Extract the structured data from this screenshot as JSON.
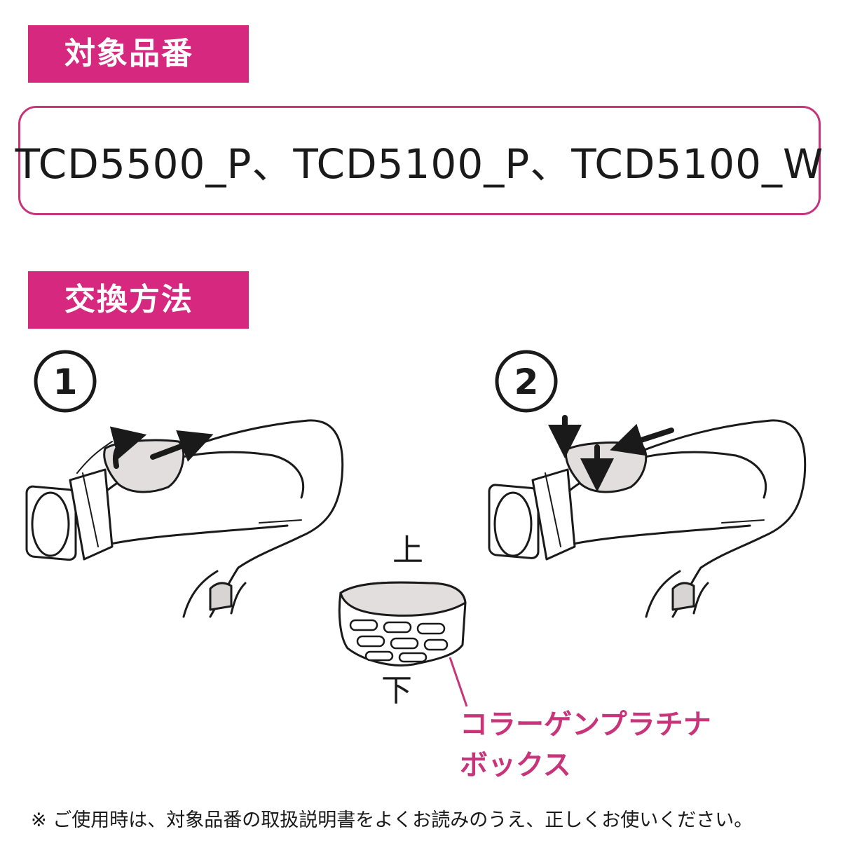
{
  "sections": {
    "models_heading": "対象品番",
    "method_heading": "交換方法"
  },
  "models": {
    "list_text": "TCD5500_P、TCD5100_P、TCD5100_W"
  },
  "steps": [
    {
      "label": "1"
    },
    {
      "label": "2"
    }
  ],
  "cartridge": {
    "top_label": "上",
    "bottom_label": "下",
    "name_line1": "コラーゲンプラチナ",
    "name_line2": "ボックス",
    "callout_color": "#c8347a"
  },
  "note": "※ ご使用時は、対象品番の取扱説明書をよくお読みのうえ、正しくお使いください。",
  "colors": {
    "accent": "#d6287e",
    "box_border": "#c8347a",
    "cartridge_fill": "#e2dedd"
  }
}
